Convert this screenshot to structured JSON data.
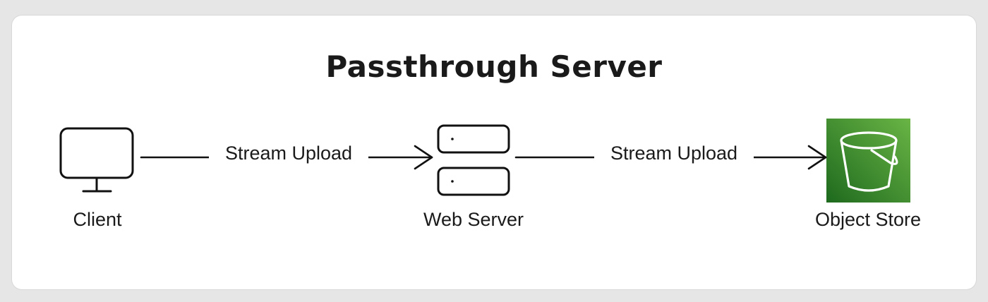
{
  "diagram": {
    "title": "Passthrough Server",
    "nodes": [
      {
        "id": "client",
        "label": "Client",
        "icon": "monitor-icon"
      },
      {
        "id": "web-server",
        "label": "Web Server",
        "icon": "server-icon"
      },
      {
        "id": "object-store",
        "label": "Object Store",
        "icon": "bucket-icon"
      }
    ],
    "edges": [
      {
        "from": "client",
        "to": "web-server",
        "label": "Stream Upload"
      },
      {
        "from": "web-server",
        "to": "object-store",
        "label": "Stream Upload"
      }
    ]
  },
  "colors": {
    "stroke": "#111111",
    "bucket_dark": "#1e6a1e",
    "bucket_light": "#6ab545"
  }
}
